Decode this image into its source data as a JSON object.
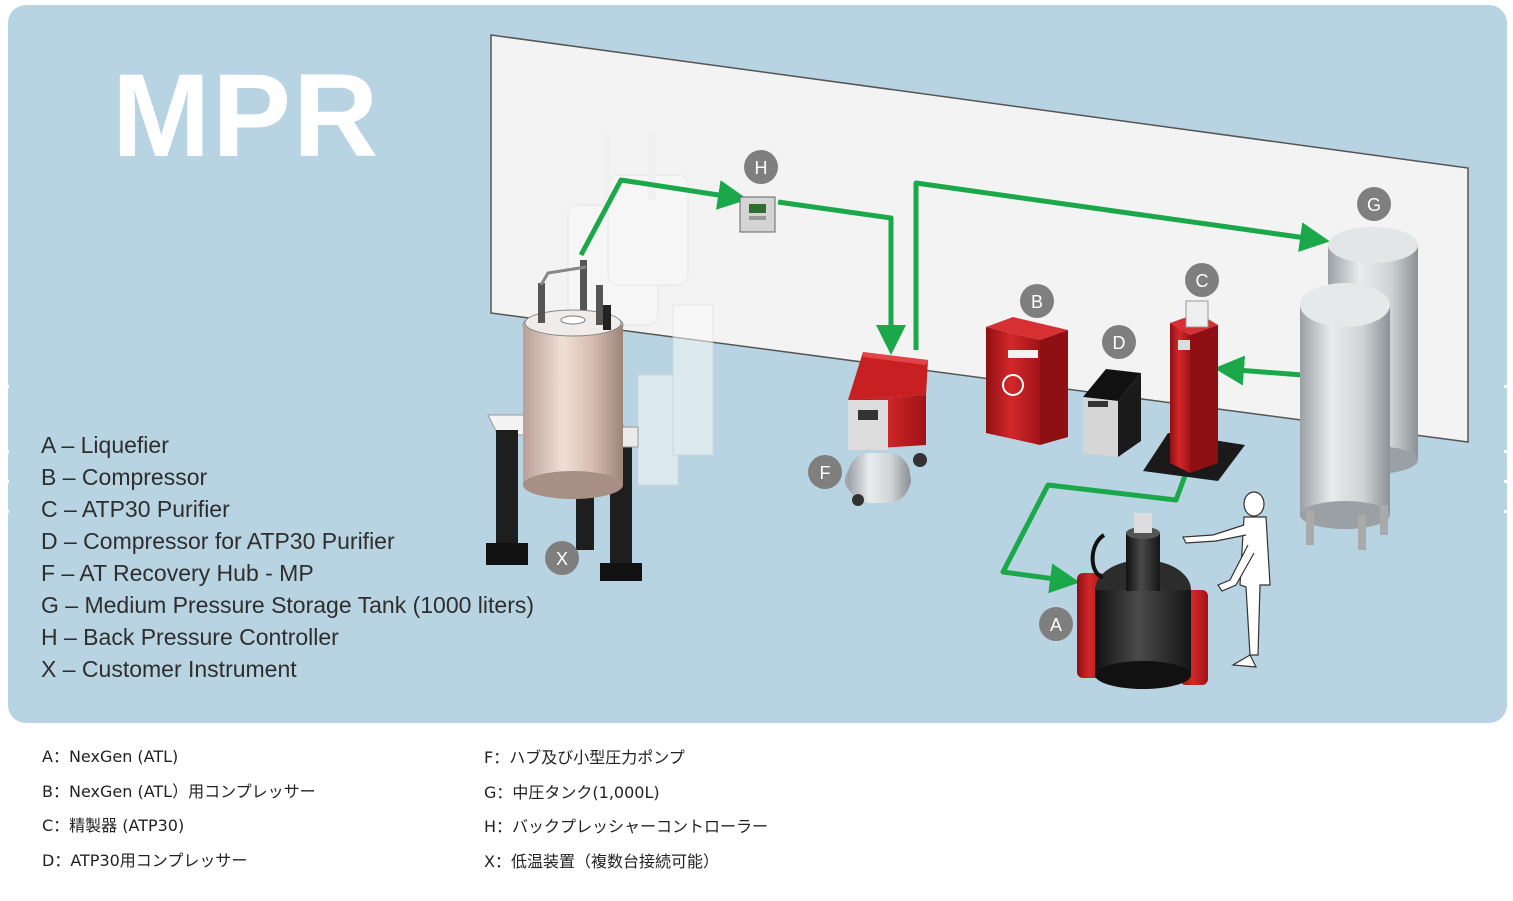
{
  "title": "MPR",
  "legend": [
    "A – Liquefier",
    "B – Compressor",
    "C – ATP30 Purifier",
    "D – Compressor for ATP30 Purifier",
    "F – AT Recovery Hub - MP",
    "G – Medium Pressure Storage Tank (1000 liters)",
    "H – Back Pressure Controller",
    "X – Customer Instrument"
  ],
  "badges": {
    "a": "A",
    "b": "B",
    "c": "C",
    "d": "D",
    "f": "F",
    "g": "G",
    "h": "H",
    "x": "X"
  },
  "japanese_left": [
    "A：NexGen (ATL)",
    "B：NexGen (ATL）用コンプレッサー",
    "C：精製器 (ATP30)",
    "D：ATP30用コンプレッサー"
  ],
  "japanese_right": [
    "F：ハブ及び小型圧力ポンプ",
    "G：中圧タンク(1,000L)",
    "H：バックプレッシャーコントローラー",
    "X：低温装置（複数台接続可能）"
  ],
  "colors": {
    "panel": "#b8d3e1",
    "pipe": "#1aa84a",
    "equipment_red": "#c0181b",
    "badge": "#7f7f7f",
    "wall": "#f2f2f2"
  }
}
